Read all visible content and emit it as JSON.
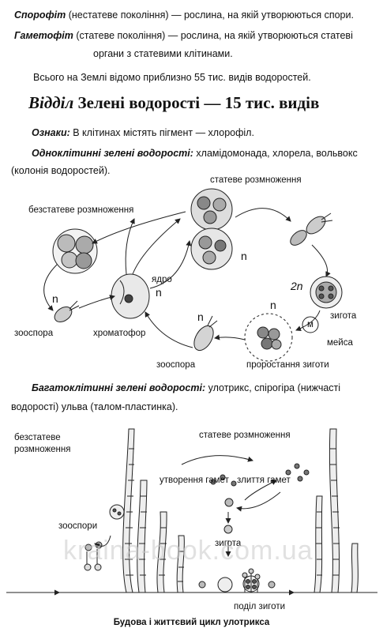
{
  "definitions": {
    "sporophyte": {
      "term": "Спорофіт",
      "text": "(нестатеве покоління) — рослина, на якій утворюються спори."
    },
    "gametophyte": {
      "term": "Гаметофіт",
      "text_line1": "(статеве покоління) — рослина, на якій утворюються статеві",
      "text_line2": "органи з статевими клітинами."
    },
    "total": "Всього на Землі відомо приблизно 55 тис. видів водоростей."
  },
  "section": {
    "title_italic": "Відділ",
    "title_rest": "Зелені водорості — 15 тис. видів"
  },
  "features": {
    "label": "Ознаки:",
    "text": "В клітинах містять пігмент — хлорофіл."
  },
  "unicellular": {
    "label": "Одноклітинні зелені водорості:",
    "text_line1": "хламідомонада, хлорела, вольвокс",
    "text_line2": "(колонія водоростей)."
  },
  "diagram1": {
    "asexual": "безстатеве розмноження",
    "sexual": "статеве розмноження",
    "nucleus": "ядро",
    "n_center": "n",
    "n_left": "n",
    "n_pair": "n",
    "n_zoospore": "n",
    "n_sprout": "n",
    "two_n": "2n",
    "m": "м",
    "zygote": "зигота",
    "meiosis": "мейса",
    "zoospore_left": "зооспора",
    "chromatophore": "хроматофор",
    "zoospore_bottom": "зооспора",
    "zygote_sprout": "проростання зиготи"
  },
  "multicellular": {
    "label": "Багатоклітинні зелені водорості:",
    "text_line1": "улотрикс, спірогіра (нижчасті",
    "text_line2": "водорості) ульва (талом-пластинка)."
  },
  "diagram2": {
    "asexual_line1": "безстатеве",
    "asexual_line2": "розмноження",
    "sexual": "статеве розмноження",
    "gamete_formation": "утворення гамет",
    "gamete_fusion": "злиття гамет",
    "zoospores": "зооспори",
    "zygote": "зигота",
    "zygote_division": "поділ зиготи",
    "caption": "Будова і життєвий цикл улотрикса"
  },
  "watermark": "kraina-book.com.ua"
}
